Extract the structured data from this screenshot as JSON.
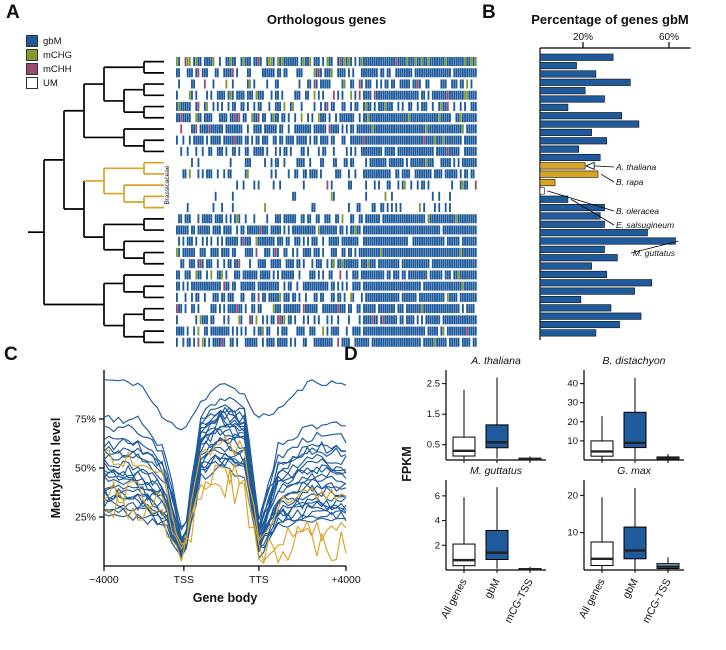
{
  "figure": {
    "panel_labels": {
      "a": "A",
      "b": "B",
      "c": "C",
      "d": "D"
    }
  },
  "chart_data": [
    {
      "panel": "A",
      "type": "heatmap",
      "title": "Orthologous genes",
      "clade_label": "Brassicaceae",
      "legend": [
        {
          "label": "gbM",
          "color": "#1e5a9c"
        },
        {
          "label": "mCHG",
          "color": "#7e9b31"
        },
        {
          "label": "mCHH",
          "color": "#9c4b6e"
        },
        {
          "label": "UM",
          "color": "#ffffff"
        }
      ],
      "colors": {
        "gbM": "#1e5a9c",
        "mCHG": "#7e9b31",
        "mCHH": "#9c4b6e",
        "UM": "#ffffff"
      },
      "highlight_color": "#d9a326",
      "n_cols": 140,
      "split": 0.62,
      "rows": [
        {
          "l": 0.55,
          "r": 0.85,
          "g": 0.18,
          "h": 0.05
        },
        {
          "l": 0.5,
          "r": 0.9,
          "g": 0.03,
          "h": 0.015
        },
        {
          "l": 0.33,
          "r": 0.62,
          "g": 0.03,
          "h": 0.015
        },
        {
          "l": 0.45,
          "r": 0.85,
          "g": 0.03,
          "h": 0.015
        },
        {
          "l": 0.3,
          "r": 0.55,
          "g": 0.03,
          "h": 0.015
        },
        {
          "l": 0.5,
          "r": 0.88,
          "g": 0.03,
          "h": 0.015
        },
        {
          "l": 0.78,
          "r": 0.95,
          "g": 0.02,
          "h": 0.01
        },
        {
          "l": 0.72,
          "r": 0.94,
          "g": 0.02,
          "h": 0.01
        },
        {
          "l": 0.45,
          "r": 0.85,
          "g": 0.03,
          "h": 0.015
        },
        {
          "l": 0.3,
          "r": 0.72,
          "g": 0.03,
          "h": 0.015
        },
        {
          "l": 0.26,
          "r": 0.68,
          "g": 0.03,
          "h": 0.015
        },
        {
          "l": 0.15,
          "r": 0.3,
          "g": 0.02,
          "h": 0.01
        },
        {
          "l": 0.05,
          "r": 0.08,
          "g": 0.01,
          "h": 0.01
        },
        {
          "l": 0.12,
          "r": 0.2,
          "g": 0.02,
          "h": 0.01
        },
        {
          "l": 0.5,
          "r": 0.88,
          "g": 0.03,
          "h": 0.015
        },
        {
          "l": 0.78,
          "r": 0.95,
          "g": 0.02,
          "h": 0.01
        },
        {
          "l": 0.55,
          "r": 0.9,
          "g": 0.03,
          "h": 0.015
        },
        {
          "l": 0.6,
          "r": 0.92,
          "g": 0.03,
          "h": 0.015
        },
        {
          "l": 0.5,
          "r": 0.87,
          "g": 0.03,
          "h": 0.015
        },
        {
          "l": 0.45,
          "r": 0.8,
          "g": 0.03,
          "h": 0.015
        },
        {
          "l": 0.74,
          "r": 0.94,
          "g": 0.02,
          "h": 0.01
        },
        {
          "l": 0.5,
          "r": 0.85,
          "g": 0.03,
          "h": 0.015
        },
        {
          "l": 0.6,
          "r": 0.9,
          "g": 0.03,
          "h": 0.015
        },
        {
          "l": 0.4,
          "r": 0.75,
          "g": 0.03,
          "h": 0.015
        },
        {
          "l": 0.55,
          "r": 0.88,
          "g": 0.03,
          "h": 0.015
        },
        {
          "l": 0.5,
          "r": 0.85,
          "g": 0.03,
          "h": 0.015
        }
      ],
      "tree": {
        "c": [
          {
            "c": [
              {
                "c": [
                  {
                    "c": [
                      {
                        "c": [
                          0,
                          1
                        ]
                      },
                      {
                        "c": [
                          {
                            "c": [
                              2,
                              3
                            ]
                          },
                          {
                            "c": [
                              4,
                              5
                            ]
                          }
                        ]
                      }
                    ]
                  },
                  {
                    "c": [
                      6,
                      {
                        "c": [
                          7,
                          8
                        ]
                      }
                    ]
                  }
                ]
              },
              {
                "c": [
                  {
                    "h": true,
                    "c": [
                      {
                        "c": [
                          9,
                          10
                        ]
                      },
                      {
                        "c": [
                          11,
                          {
                            "c": [
                              12,
                              13
                            ]
                          }
                        ]
                      }
                    ]
                  },
                  {
                    "c": [
                      {
                        "c": [
                          14,
                          15
                        ]
                      },
                      {
                        "c": [
                          16,
                          {
                            "c": [
                              17,
                              18
                            ]
                          }
                        ]
                      }
                    ]
                  }
                ]
              }
            ]
          },
          {
            "c": [
              {
                "c": [
                  19,
                  {
                    "c": [
                      20,
                      21
                    ]
                  }
                ]
              },
              {
                "c": [
                  {
                    "c": [
                      22,
                      23
                    ]
                  },
                  {
                    "c": [
                      24,
                      25
                    ]
                  }
                ]
              }
            ]
          }
        ]
      }
    },
    {
      "panel": "B",
      "type": "bar",
      "orientation": "horizontal",
      "title": "Percentage of genes gbM",
      "xlim": [
        0,
        70
      ],
      "x_ticks": [
        {
          "label": "20%",
          "value": 20
        },
        {
          "label": "60%",
          "value": 60
        }
      ],
      "bar_color_default": "#1e5a9c",
      "values": [
        34,
        17,
        26,
        42,
        21,
        30,
        13,
        38,
        46,
        24,
        31,
        18,
        28,
        21,
        27,
        7,
        2,
        13,
        30,
        28,
        30,
        50,
        63,
        30,
        36,
        24,
        31,
        52,
        44,
        19,
        33,
        47,
        37,
        26
      ],
      "bar_colors": {
        "13": "#d9a326",
        "14": "#d9a326",
        "15": "#d9a326",
        "16": "#ffffff"
      },
      "annotations": [
        {
          "label": "A. thaliana",
          "bar": 13,
          "arrow": true
        },
        {
          "label": "B. rapa",
          "bar": 14
        },
        {
          "label": "B. oleracea",
          "bar": 16
        },
        {
          "label": "E. salsugineum",
          "bar": 17
        },
        {
          "label": "M. guttatus",
          "bar": 22
        }
      ]
    },
    {
      "panel": "C",
      "type": "line",
      "xlabel": "Gene body",
      "ylabel": "Methylation level",
      "ylim": [
        0,
        100
      ],
      "y_ticks": [
        {
          "label": "25%",
          "value": 25
        },
        {
          "label": "50%",
          "value": 50
        },
        {
          "label": "75%",
          "value": 75
        }
      ],
      "x_ticks": [
        {
          "label": "−4000",
          "f": 0
        },
        {
          "label": "TSS",
          "f": 0.33
        },
        {
          "label": "TTS",
          "f": 0.64
        },
        {
          "label": "+4000",
          "f": 1
        }
      ],
      "series": [
        {
          "color": "#1e5a9c",
          "start": 95,
          "tss": 70,
          "peak": 93,
          "tts": 75,
          "end": 94,
          "noise": 2
        },
        {
          "color": "#1e5a9c",
          "start": 76,
          "tss": 14,
          "peak": 86,
          "tts": 24,
          "end": 72,
          "noise": 3
        },
        {
          "color": "#1e5a9c",
          "start": 71,
          "tss": 10,
          "peak": 83,
          "tts": 20,
          "end": 66,
          "noise": 3
        },
        {
          "color": "#1e5a9c",
          "start": 66,
          "tss": 8,
          "peak": 81,
          "tts": 17,
          "end": 61,
          "noise": 3
        },
        {
          "color": "#1e5a9c",
          "start": 63,
          "tss": 11,
          "peak": 79,
          "tts": 21,
          "end": 58,
          "noise": 4
        },
        {
          "color": "#1e5a9c",
          "start": 59,
          "tss": 6,
          "peak": 77,
          "tts": 15,
          "end": 55,
          "noise": 3
        },
        {
          "color": "#1e5a9c",
          "start": 56,
          "tss": 9,
          "peak": 75,
          "tts": 17,
          "end": 52,
          "noise": 4
        },
        {
          "color": "#1e5a9c",
          "start": 53,
          "tss": 7,
          "peak": 73,
          "tts": 14,
          "end": 50,
          "noise": 3
        },
        {
          "color": "#1e5a9c",
          "start": 50,
          "tss": 8,
          "peak": 71,
          "tts": 16,
          "end": 47,
          "noise": 4
        },
        {
          "color": "#1e5a9c",
          "start": 48,
          "tss": 5,
          "peak": 69,
          "tts": 12,
          "end": 45,
          "noise": 3
        },
        {
          "color": "#1e5a9c",
          "start": 46,
          "tss": 7,
          "peak": 67,
          "tts": 14,
          "end": 42,
          "noise": 4
        },
        {
          "color": "#1e5a9c",
          "start": 44,
          "tss": 6,
          "peak": 65,
          "tts": 10,
          "end": 40,
          "noise": 3
        },
        {
          "color": "#1e5a9c",
          "start": 41,
          "tss": 7,
          "peak": 63,
          "tts": 13,
          "end": 38,
          "noise": 4
        },
        {
          "color": "#1e5a9c",
          "start": 39,
          "tss": 5,
          "peak": 61,
          "tts": 10,
          "end": 36,
          "noise": 3
        },
        {
          "color": "#1e5a9c",
          "start": 37,
          "tss": 7,
          "peak": 59,
          "tts": 12,
          "end": 33,
          "noise": 4
        },
        {
          "color": "#1e5a9c",
          "start": 35,
          "tss": 5,
          "peak": 57,
          "tts": 9,
          "end": 31,
          "noise": 3
        },
        {
          "color": "#1e5a9c",
          "start": 33,
          "tss": 6,
          "peak": 55,
          "tts": 11,
          "end": 29,
          "noise": 4
        },
        {
          "color": "#1e5a9c",
          "start": 31,
          "tss": 4,
          "peak": 53,
          "tts": 8,
          "end": 27,
          "noise": 3
        },
        {
          "color": "#1e5a9c",
          "start": 46,
          "tss": 9,
          "peak": 74,
          "tts": 19,
          "end": 49,
          "noise": 5
        },
        {
          "color": "#1e5a9c",
          "start": 61,
          "tss": 11,
          "peak": 79,
          "tts": 24,
          "end": 61,
          "noise": 4
        },
        {
          "color": "#1e5a9c",
          "start": 36,
          "tss": 5,
          "peak": 69,
          "tts": 11,
          "end": 31,
          "noise": 4
        },
        {
          "color": "#1e5a9c",
          "start": 29,
          "tss": 4,
          "peak": 56,
          "tts": 7,
          "end": 26,
          "noise": 3
        },
        {
          "color": "#1e5a9c",
          "start": 26,
          "tss": 3,
          "peak": 50,
          "tts": 6,
          "end": 23,
          "noise": 3
        },
        {
          "color": "#d9a326",
          "start": 56,
          "tss": 7,
          "peak": 63,
          "tts": 14,
          "end": 36,
          "noise": 6
        },
        {
          "color": "#d9a326",
          "start": 39,
          "tss": 3,
          "peak": 49,
          "tts": 6,
          "end": 18,
          "noise": 8
        },
        {
          "color": "#d9a326",
          "start": 31,
          "tss": 2,
          "peak": 42,
          "tts": 4,
          "end": 12,
          "noise": 11
        }
      ]
    },
    {
      "panel": "D",
      "type": "boxplot",
      "ylabel": "FPKM",
      "categories": [
        "All genes",
        "gbM",
        "mCG-TSS"
      ],
      "subplots": [
        {
          "title": "A. thaliana",
          "ylim": 2.75,
          "y_ticks": [
            0.5,
            1.5,
            2.5
          ],
          "y_tick_labels": [
            "0.5",
            "1.5",
            "2.5"
          ],
          "boxes": [
            {
              "color": "#ffffff",
              "values": [
                0.03,
                0.13,
                0.3,
                0.75,
                2.3
              ]
            },
            {
              "color": "#1e5a9c",
              "values": [
                0.05,
                0.4,
                0.58,
                1.15,
                2.7
              ]
            },
            {
              "color": "#1e5a9c",
              "values": [
                0.0,
                0.01,
                0.03,
                0.06,
                0.12
              ]
            }
          ]
        },
        {
          "title": "B. distachyon",
          "ylim": 44,
          "y_ticks": [
            10,
            20,
            30,
            40
          ],
          "y_tick_labels": [
            "10",
            "20",
            "30",
            "40"
          ],
          "boxes": [
            {
              "color": "#ffffff",
              "values": [
                0.2,
                2.0,
                4.5,
                10.0,
                23.0
              ]
            },
            {
              "color": "#1e5a9c",
              "values": [
                0.5,
                6.5,
                9.0,
                25.0,
                43.0
              ]
            },
            {
              "color": "#1e5a9c",
              "values": [
                0.0,
                0.3,
                0.8,
                1.6,
                3.2
              ]
            }
          ]
        },
        {
          "title": "M. guttatus",
          "ylim": 6.8,
          "y_ticks": [
            2,
            4,
            6
          ],
          "y_tick_labels": [
            "2",
            "4",
            "6"
          ],
          "boxes": [
            {
              "color": "#ffffff",
              "values": [
                0.05,
                0.35,
                0.8,
                2.1,
                5.9
              ]
            },
            {
              "color": "#1e5a9c",
              "values": [
                0.1,
                0.85,
                1.4,
                3.2,
                6.7
              ]
            },
            {
              "color": "#1e5a9c",
              "values": [
                0.0,
                0.02,
                0.06,
                0.12,
                0.25
              ]
            }
          ]
        },
        {
          "title": "G. max",
          "ylim": 22.5,
          "y_ticks": [
            10,
            20
          ],
          "y_tick_labels": [
            "10",
            "20"
          ],
          "boxes": [
            {
              "color": "#ffffff",
              "values": [
                0.1,
                1.2,
                3.0,
                7.5,
                19.5
              ]
            },
            {
              "color": "#1e5a9c",
              "values": [
                0.2,
                3.0,
                5.2,
                11.5,
                22.0
              ]
            },
            {
              "color": "#74b3e3",
              "values": [
                0.05,
                0.4,
                0.9,
                1.7,
                3.4
              ]
            }
          ]
        }
      ]
    }
  ]
}
